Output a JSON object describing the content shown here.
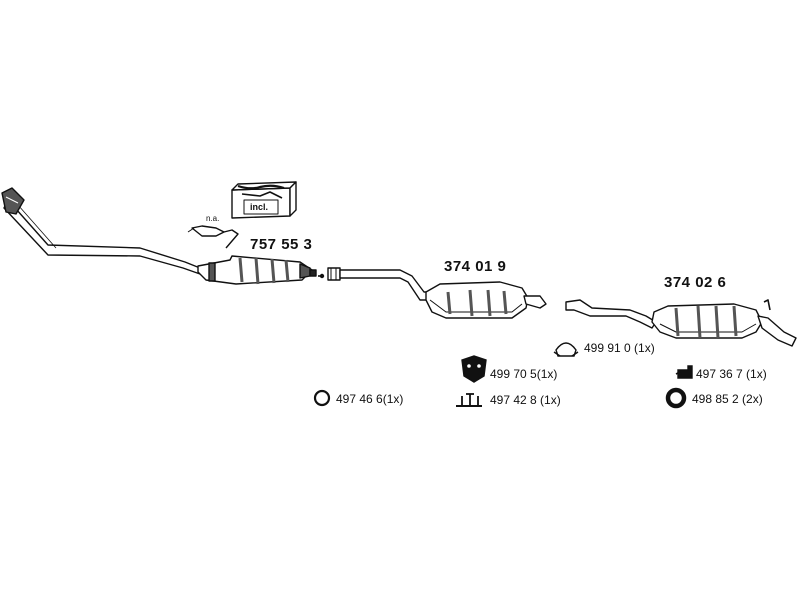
{
  "parts": {
    "catalytic_converter": "757 55 3",
    "center_silencer": "374 01 9",
    "rear_silencer": "374 02 6"
  },
  "notes": {
    "sensor": "n.a.",
    "kit": "incl."
  },
  "accessories": {
    "clamp": "499 91 0 (1x)",
    "hanger": "499 70 5(1x)",
    "mount": "497 36 7 (1x)",
    "ring": "497 46 6(1x)",
    "bolt": "497 42 8 (1x)",
    "rubber_ring": "498 85 2  (2x)"
  }
}
